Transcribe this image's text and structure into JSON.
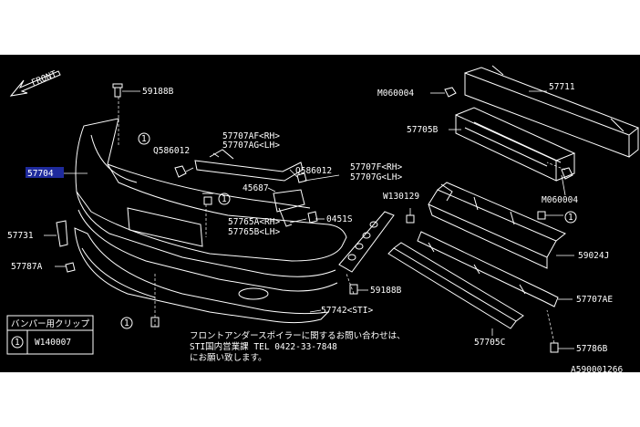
{
  "front_arrow": "FRONT",
  "parts": {
    "p59188B_top": "59188B",
    "p57711": "57711",
    "pM060004_top": "M060004",
    "p57705B": "57705B",
    "pQ586012_left": "Q586012",
    "p57707AF": "57707AF<RH>",
    "p57707AG": "57707AG<LH>",
    "pQ586012_right": "Q586012",
    "p57707F": "57707F<RH>",
    "p57707G": "57707G<LH>",
    "p57704": "57704",
    "p45687": "45687",
    "pM060004_bottom": "M060004",
    "pW130129": "W130129",
    "p57765A": "57765A<RH>",
    "p57765B": "57765B<LH>",
    "p0451S": "0451S",
    "p57731": "57731",
    "p59024J": "59024J",
    "p57787A": "57787A",
    "p59188B_bottom": "59188B",
    "p57707AE": "57707AE",
    "p57742": "57742<STI>",
    "p57705C": "57705C",
    "p57786B": "57786B"
  },
  "clip_table": {
    "header": "バンパー用クリップ",
    "ref": "1",
    "part": "W140007"
  },
  "ref_mark": "1",
  "note_line1": "フロントアンダースポイラーに関するお問い合わせは、",
  "note_line2": "STI国内営業課 TEL 0422-33-7848",
  "note_line3": "にお願い致します。",
  "figure_id": "A590001266"
}
